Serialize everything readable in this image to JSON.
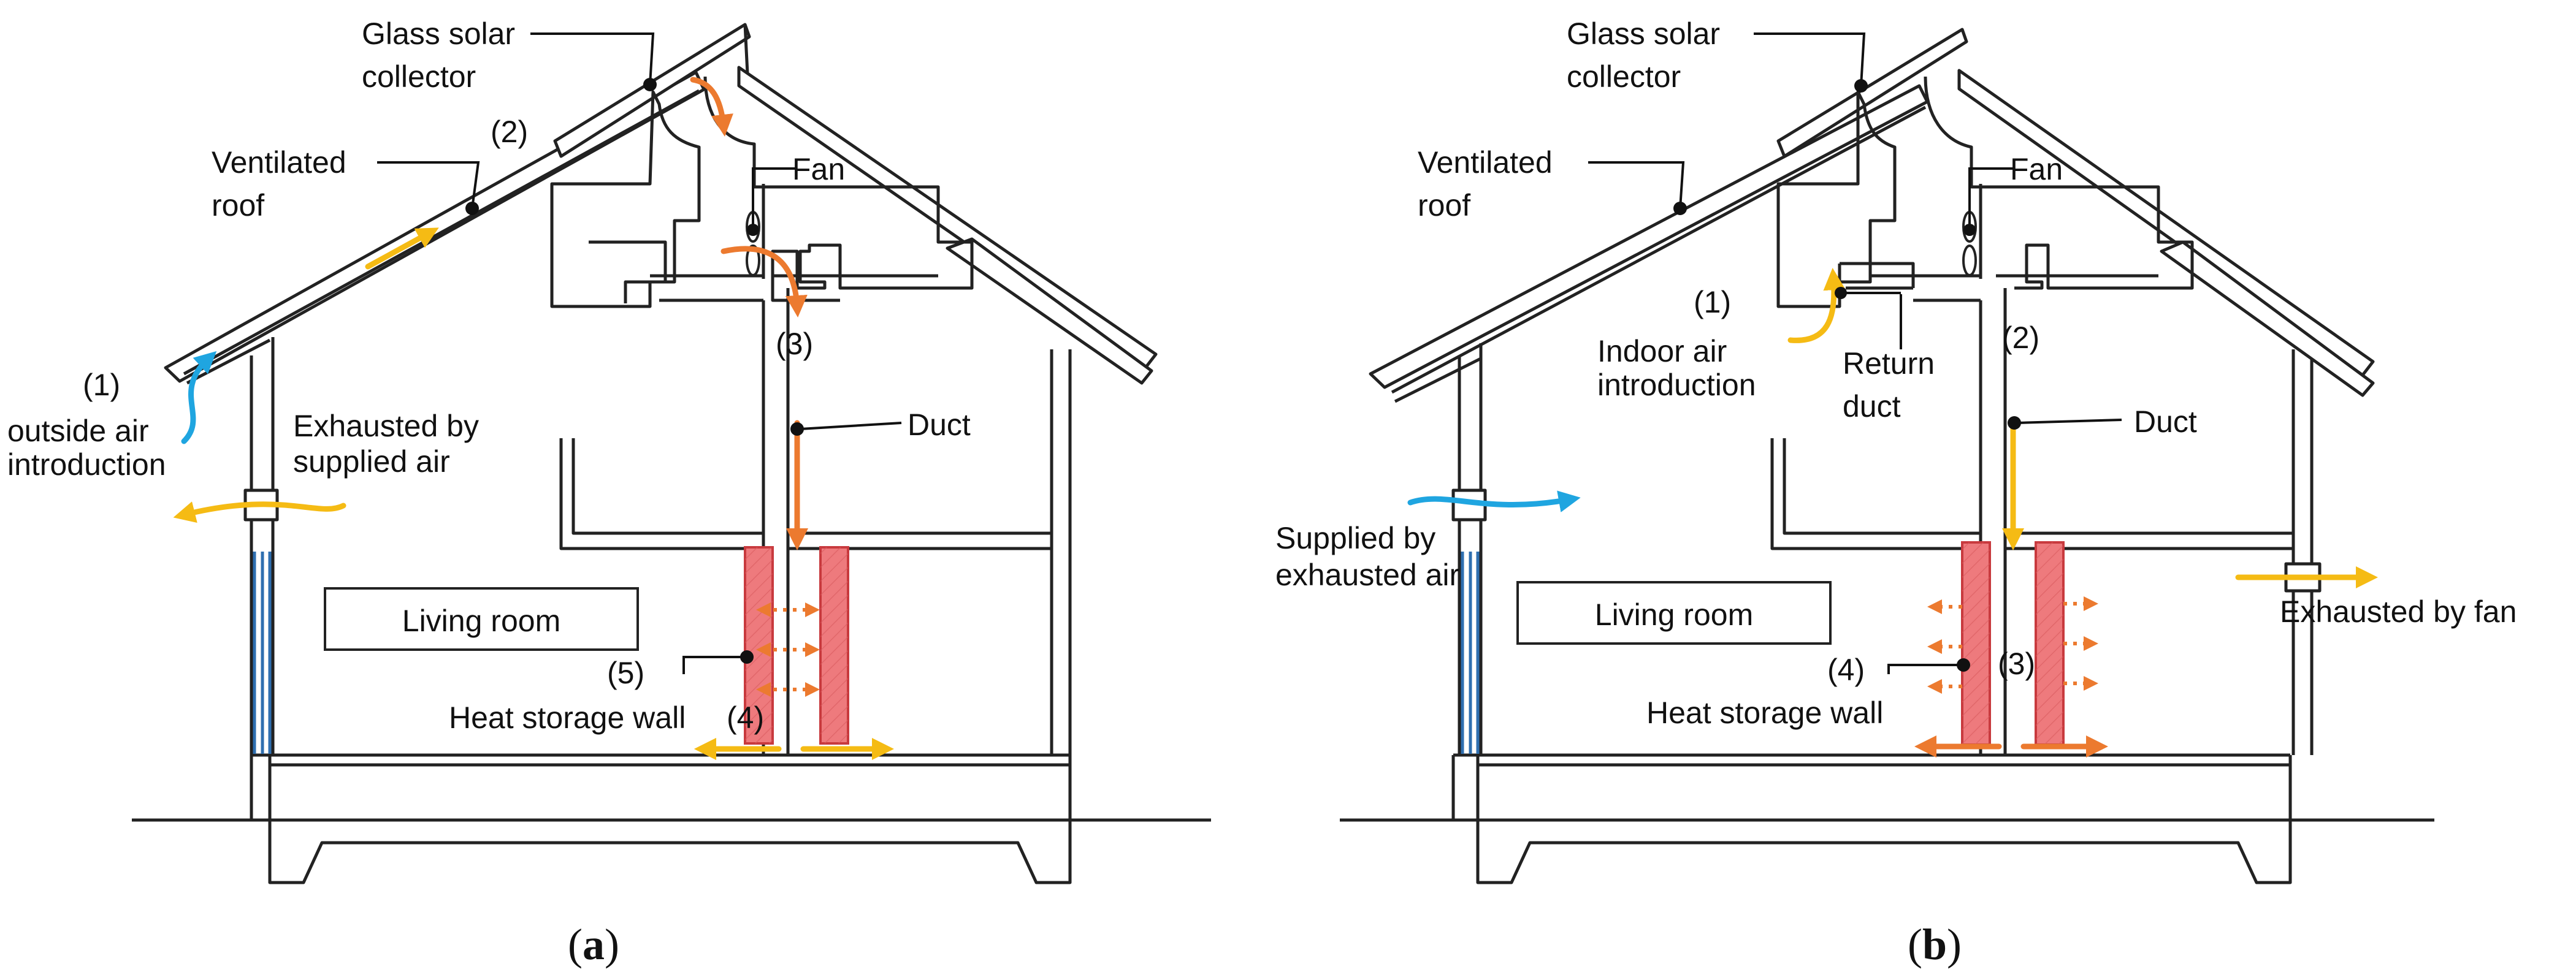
{
  "panel_a": {
    "caption_open": "(",
    "caption_letter": "a",
    "caption_close": ")",
    "labels": {
      "glass_collector_1": "Glass solar",
      "glass_collector_2": "collector",
      "n2": "(2)",
      "ventilated_roof_1": "Ventilated",
      "ventilated_roof_2": "roof",
      "fan": "Fan",
      "n3": "(3)",
      "n1": "(1)",
      "outside_air_1": "outside air",
      "outside_air_2": "introduction",
      "exhausted_1": "Exhausted by",
      "exhausted_2": "supplied air",
      "duct": "Duct",
      "living_room": "Living room",
      "n5": "(5)",
      "heat_storage_wall": "Heat storage wall",
      "n4": "(4)"
    }
  },
  "panel_b": {
    "caption_open": "(",
    "caption_letter": "b",
    "caption_close": ")",
    "labels": {
      "glass_collector_1": "Glass solar",
      "glass_collector_2": "collector",
      "ventilated_roof_1": "Ventilated",
      "ventilated_roof_2": "roof",
      "fan": "Fan",
      "n1": "(1)",
      "indoor_air_1": "Indoor air",
      "indoor_air_2": "introduction",
      "return_duct_1": "Return",
      "return_duct_2": "duct",
      "n2": "(2)",
      "duct": "Duct",
      "supplied_1": "Supplied by",
      "supplied_2": "exhausted air",
      "living_room": "Living room",
      "exhausted_fan": "Exhausted by fan",
      "n4": "(4)",
      "n3": "(3)",
      "heat_storage_wall": "Heat storage wall"
    }
  },
  "colors": {
    "outside_air": "#1fa5e0",
    "warm_air": "#f5bb14",
    "heated_air": "#ec7a2f",
    "heat_storage_wall": "#ee7a7d"
  }
}
